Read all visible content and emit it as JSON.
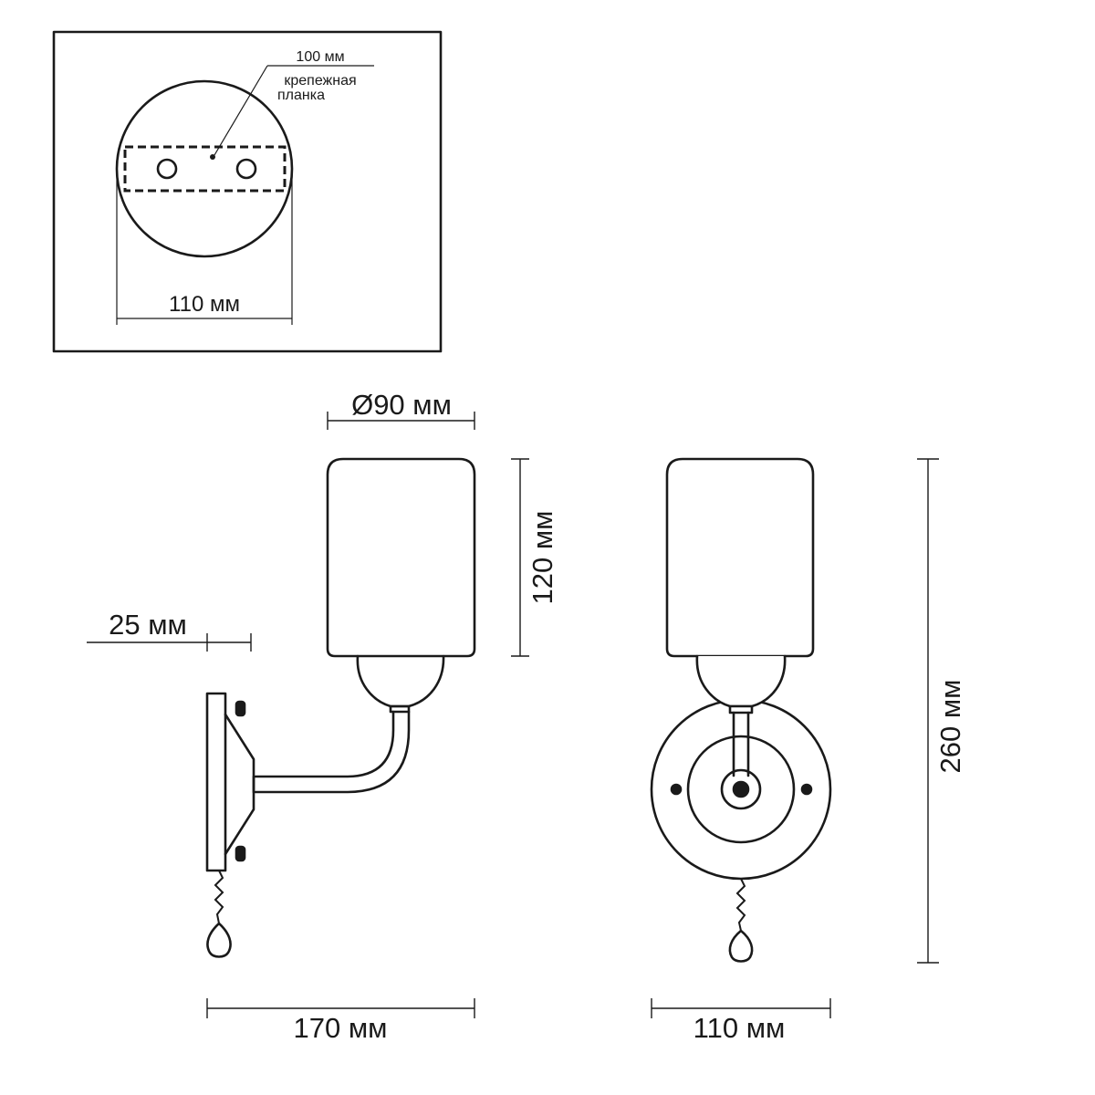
{
  "inset": {
    "plate_size_label": "100 мм",
    "plate_name_line1": "крепежная",
    "plate_name_line2": "планка",
    "base_width_label": "110 мм"
  },
  "side_view": {
    "shade_diameter_label": "Ø90 мм",
    "shade_height_label": "120 мм",
    "wall_offset_label": "25 мм",
    "total_depth_label": "170 мм"
  },
  "front_view": {
    "total_height_label": "260 мм",
    "base_width_label": "110 мм"
  }
}
